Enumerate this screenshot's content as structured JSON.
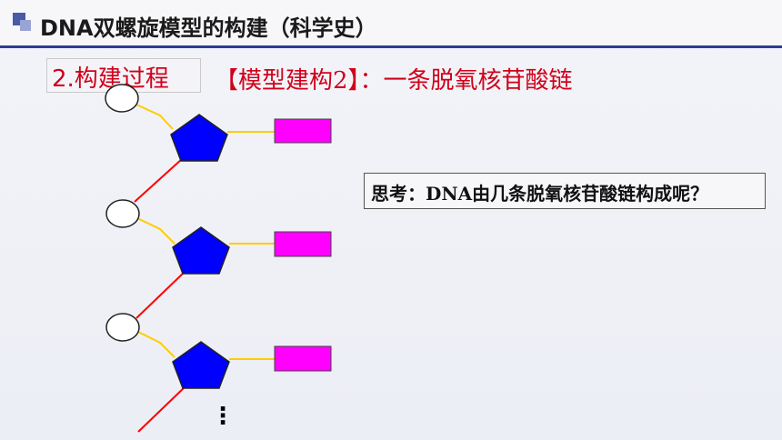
{
  "header": {
    "title": "DNA双螺旋模型的构建（科学史）"
  },
  "section": {
    "label": "2.构建过程"
  },
  "model": {
    "title": "【模型建构2】：一条脱氧核苷酸链"
  },
  "question": {
    "text": "思考：DNA由几条脱氧核苷酸链构成呢？"
  },
  "diagram": {
    "ellipsis": "⋮",
    "colors": {
      "phosphate_fill": "#ffffff",
      "sugar_fill": "#0000ff",
      "base_fill": "#ff00ff",
      "link_yellow": "#ffcc00",
      "backbone_red": "#ff0000"
    }
  }
}
